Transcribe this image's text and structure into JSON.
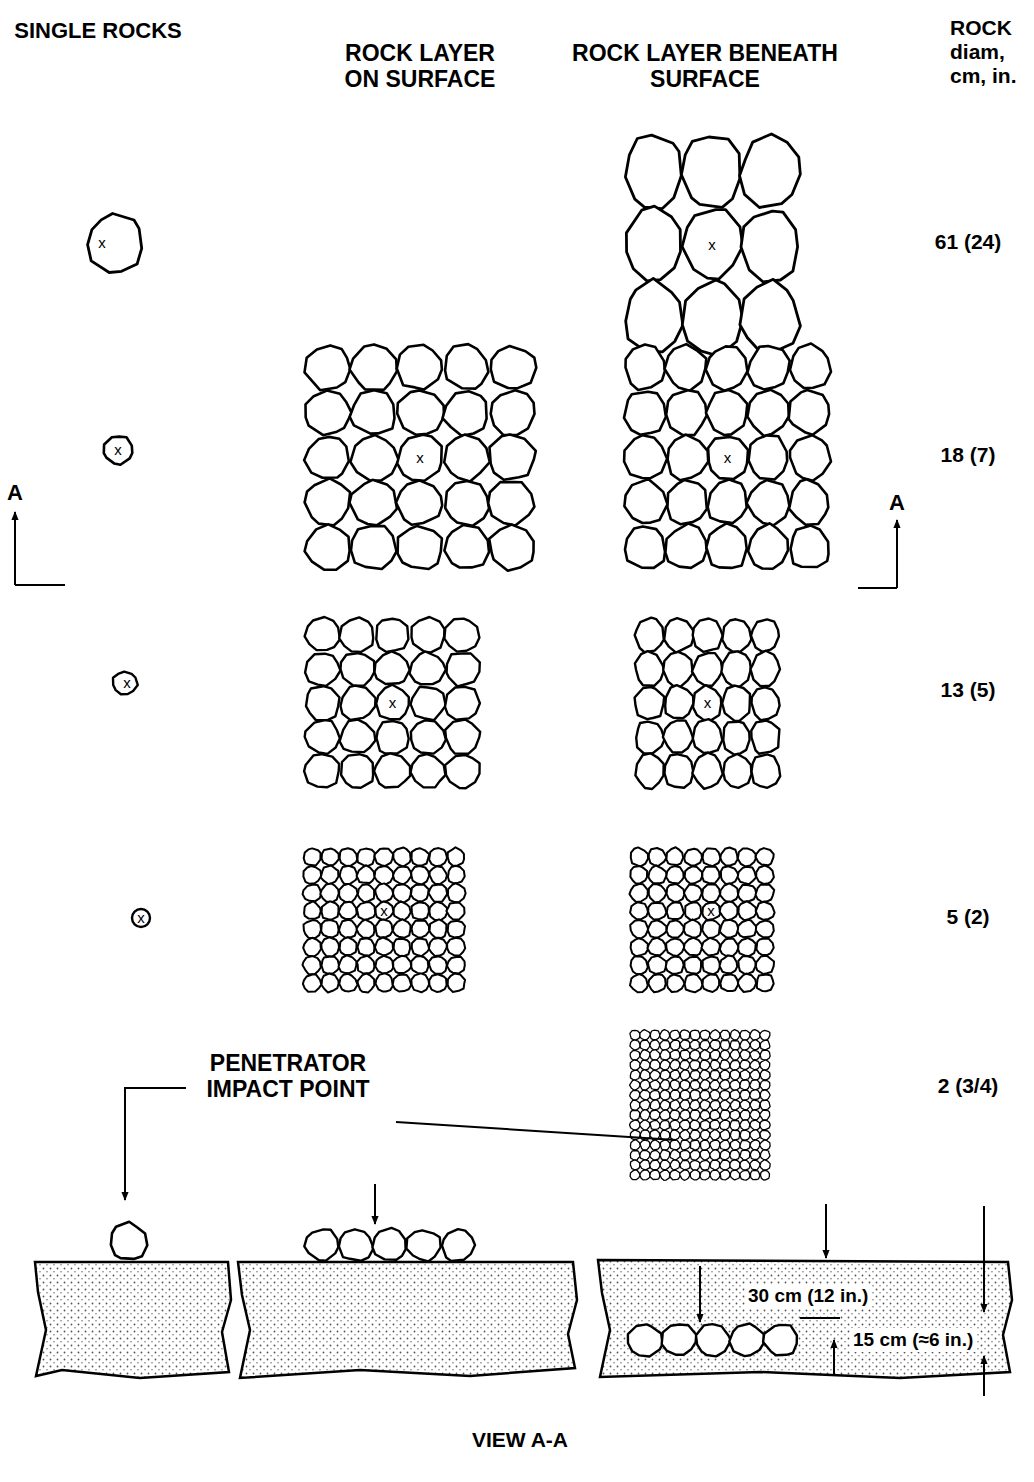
{
  "diagram": {
    "labels": [
      "SINGLE ROCKS",
      "ROCK LAYER ON SURFACE",
      "ROCK LAYER BENEATH SURFACE",
      "ROCK diam, cm, in.",
      "61 (24)",
      "18 (7)",
      "13 (5)",
      "5 (2)",
      "2 (3/4)",
      "A",
      "A",
      "PENETRATOR IMPACT POINT",
      "30 cm (12 in.)",
      "15 cm (≈6 in.)",
      "VIEW A-A",
      "x",
      "x",
      "x",
      "x",
      "x",
      "x",
      "x",
      "x",
      "x",
      "x",
      "x"
    ]
  }
}
